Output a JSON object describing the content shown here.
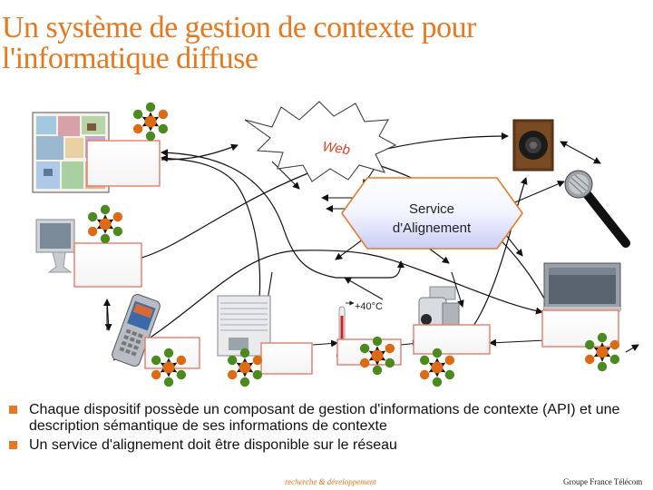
{
  "title": {
    "line1": "Un système de gestion de contexte pour",
    "line2": "l'informatique diffuse"
  },
  "diagram": {
    "web_label": "Web",
    "service_label_line1": "Service",
    "service_label_line2": "d'Alignement",
    "thermometer_label": "+40°C"
  },
  "bullets": [
    {
      "text": "Chaque dispositif possède un composant de gestion d'informations de contexte (API) et une description sémantique de ses informations de contexte"
    },
    {
      "text": "Un service d'alignement doit être disponible sur le réseau"
    }
  ],
  "footer": {
    "center": "recherche & développement",
    "right": "Groupe France Télécom"
  },
  "colors": {
    "accent": "#e8781e",
    "node_orange": "#dd6a14",
    "node_green": "#4a8a1e",
    "box_border": "#e87a6a"
  }
}
